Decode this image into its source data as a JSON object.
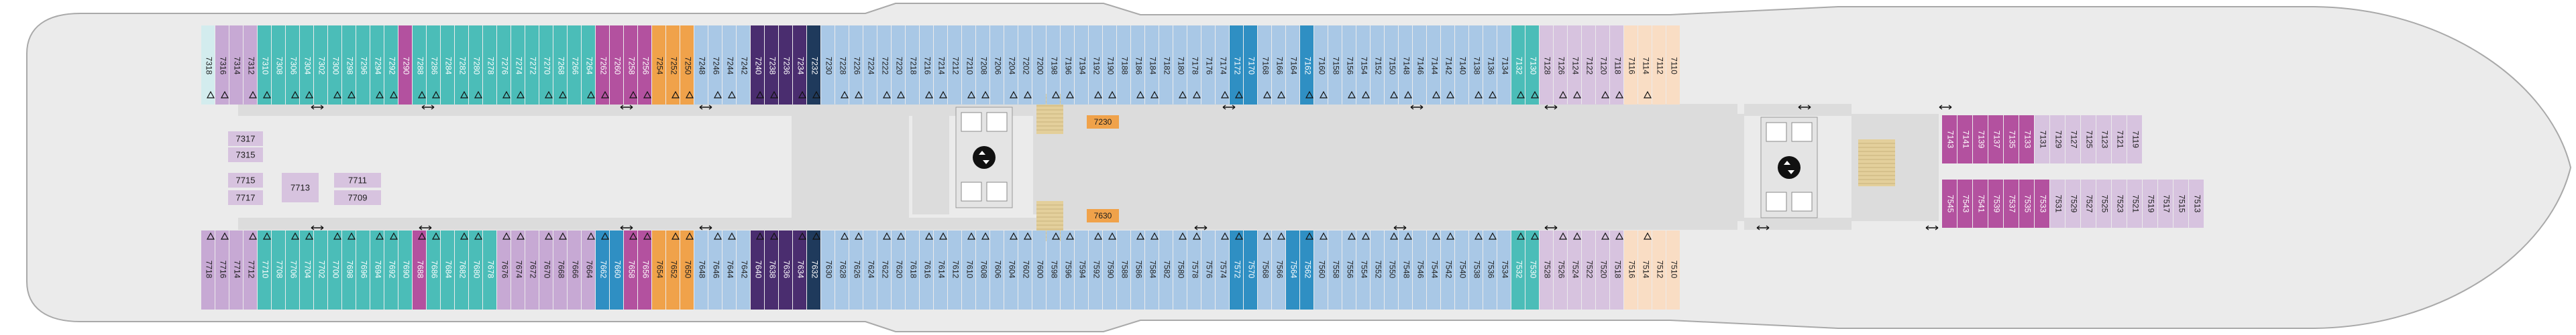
{
  "colors": {
    "hull": "#ebebeb",
    "hull_stroke": "#a9a9a9",
    "corridor": "#dcdcdc",
    "mint": "#d3ecee",
    "lavender": "#c7a9d4",
    "teal": "#4bbdb8",
    "lightblue": "#a9c8e6",
    "midblue": "#2f8fc3",
    "navy": "#1f3a5c",
    "darkpurple": "#4a2d6f",
    "magenta": "#b3519f",
    "orange": "#f0a24a",
    "peach": "#f9ddc4",
    "lightpurple": "#d7c3df",
    "stair": "#e3cf9b",
    "elevator": "#e4e4e4"
  },
  "icons": {
    "elevator": "elevator-icon",
    "accessible": "accessible-icon",
    "connecting": "connecting-door-icon",
    "sofa": "sofa-bed-icon",
    "pullman": "pullman-bed-icon",
    "sofa_note": "sofa-bed-marker-icon"
  },
  "top_outer": [
    {
      "c": "mint",
      "n": [
        "7318"
      ]
    },
    {
      "c": "lavender",
      "n": [
        "7316",
        "7314",
        "7312"
      ]
    },
    {
      "c": "teal",
      "n": [
        "7310",
        "7308",
        "7306",
        "7304",
        "7302",
        "7300",
        "7298",
        "7296",
        "7294",
        "7292"
      ]
    },
    {
      "c": "magenta",
      "n": [
        "7290"
      ]
    },
    {
      "c": "teal",
      "n": [
        "7288",
        "7286",
        "7284",
        "7282",
        "7280",
        "7278",
        "7276",
        "7274",
        "7272",
        "7270",
        "7268",
        "7266",
        "7264"
      ]
    },
    {
      "c": "magenta",
      "n": [
        "7262",
        "7260"
      ]
    },
    {
      "c": "magenta",
      "n": [
        "7258",
        "7256"
      ]
    },
    {
      "c": "orange",
      "n": [
        "7254",
        "7252",
        "7250"
      ]
    },
    {
      "c": "lightblue",
      "n": [
        "7248",
        "7246",
        "7244",
        "7242"
      ]
    },
    {
      "c": "darkpurple",
      "n": [
        "7240",
        "7238",
        "7236",
        "7234"
      ]
    },
    {
      "c": "navy",
      "n": [
        "7232"
      ]
    },
    {
      "c": "lightblue",
      "n": [
        "7230",
        "7228",
        "7226",
        "7224",
        "7222",
        "7220",
        "7218",
        "7216",
        "7214",
        "7212",
        "7210",
        "7208",
        "7206",
        "7204",
        "7202",
        "7200",
        "7198",
        "7196",
        "7194",
        "7192",
        "7190",
        "7188",
        "7186",
        "7184",
        "7182",
        "7180",
        "7178",
        "7176",
        "7174"
      ]
    },
    {
      "c": "midblue",
      "n": [
        "7172",
        "7170"
      ]
    },
    {
      "c": "lightblue",
      "n": [
        "7168",
        "7166",
        "7164"
      ]
    },
    {
      "c": "midblue",
      "n": [
        "7162"
      ]
    },
    {
      "c": "lightblue",
      "n": [
        "7160",
        "7158",
        "7156",
        "7154",
        "7152",
        "7150",
        "7148",
        "7146",
        "7144",
        "7142",
        "7140",
        "7138",
        "7136",
        "7134"
      ]
    },
    {
      "c": "teal",
      "n": [
        "7132",
        "7130"
      ]
    },
    {
      "c": "lightpurple",
      "n": [
        "7128",
        "7126",
        "7124",
        "7122",
        "7120",
        "7118"
      ]
    },
    {
      "c": "peach",
      "n": [
        "7116",
        "7114",
        "7112",
        "7110"
      ]
    }
  ],
  "bottom_outer": [
    {
      "c": "lavender",
      "n": [
        "7718",
        "7716",
        "7714",
        "7712"
      ]
    },
    {
      "c": "teal",
      "n": [
        "7710",
        "7708",
        "7706",
        "7704",
        "7702",
        "7700",
        "7698",
        "7696",
        "7694",
        "7692",
        "7690"
      ]
    },
    {
      "c": "magenta",
      "n": [
        "7688"
      ]
    },
    {
      "c": "teal",
      "n": [
        "7686",
        "7684",
        "7682",
        "7680",
        "7678"
      ]
    },
    {
      "c": "lavender",
      "n": [
        "7676",
        "7674",
        "7672",
        "7670",
        "7668",
        "7666",
        "7664"
      ]
    },
    {
      "c": "midblue",
      "n": [
        "7662",
        "7660"
      ]
    },
    {
      "c": "magenta",
      "n": [
        "7658",
        "7656"
      ]
    },
    {
      "c": "orange",
      "n": [
        "7654",
        "7652",
        "7650"
      ]
    },
    {
      "c": "lightblue",
      "n": [
        "7648",
        "7646",
        "7644",
        "7642"
      ]
    },
    {
      "c": "darkpurple",
      "n": [
        "7640",
        "7638",
        "7636",
        "7634"
      ]
    },
    {
      "c": "navy",
      "n": [
        "7632"
      ]
    },
    {
      "c": "lightblue",
      "n": [
        "7630",
        "7628",
        "7626",
        "7624",
        "7622",
        "7620",
        "7618",
        "7616",
        "7614",
        "7612",
        "7610",
        "7608",
        "7606",
        "7604",
        "7602",
        "7600",
        "7598",
        "7596",
        "7594",
        "7592",
        "7590",
        "7588",
        "7586",
        "7584",
        "7582",
        "7580",
        "7578",
        "7576",
        "7574"
      ]
    },
    {
      "c": "midblue",
      "n": [
        "7572",
        "7570"
      ]
    },
    {
      "c": "lightblue",
      "n": [
        "7568",
        "7566"
      ]
    },
    {
      "c": "midblue",
      "n": [
        "7564",
        "7562"
      ]
    },
    {
      "c": "lightblue",
      "n": [
        "7560",
        "7558",
        "7556",
        "7554",
        "7552",
        "7550",
        "7548",
        "7546",
        "7544",
        "7542",
        "7540",
        "7538",
        "7536",
        "7534"
      ]
    },
    {
      "c": "teal",
      "n": [
        "7532",
        "7530"
      ]
    },
    {
      "c": "lightpurple",
      "n": [
        "7528",
        "7526",
        "7524",
        "7522",
        "7520",
        "7518"
      ]
    },
    {
      "c": "peach",
      "n": [
        "7516",
        "7514",
        "7512",
        "7510"
      ]
    }
  ],
  "aft_inner": [
    "7317",
    "7315",
    "7715",
    "7717",
    "7713",
    "7711",
    "7709"
  ],
  "mid_labels": {
    "upper": "7230",
    "lower": "7630"
  },
  "fwd_top_inner": [
    {
      "c": "magenta",
      "n": "7143"
    },
    {
      "c": "magenta",
      "n": "7141"
    },
    {
      "c": "magenta",
      "n": "7139"
    },
    {
      "c": "magenta",
      "n": "7137"
    },
    {
      "c": "magenta",
      "n": "7135"
    },
    {
      "c": "magenta",
      "n": "7133"
    },
    {
      "c": "lightpurple",
      "n": "7131"
    },
    {
      "c": "lightpurple",
      "n": "7129"
    },
    {
      "c": "lightpurple",
      "n": "7127"
    },
    {
      "c": "lightpurple",
      "n": "7125"
    },
    {
      "c": "lightpurple",
      "n": "7123"
    },
    {
      "c": "lightpurple",
      "n": "7121"
    },
    {
      "c": "lightpurple",
      "n": "7119"
    }
  ],
  "fwd_bot_inner": [
    {
      "c": "magenta",
      "n": "7545"
    },
    {
      "c": "magenta",
      "n": "7543"
    },
    {
      "c": "magenta",
      "n": "7541"
    },
    {
      "c": "magenta",
      "n": "7539"
    },
    {
      "c": "magenta",
      "n": "7537"
    },
    {
      "c": "magenta",
      "n": "7535"
    },
    {
      "c": "magenta",
      "n": "7533"
    },
    {
      "c": "lightpurple",
      "n": "7531"
    },
    {
      "c": "lightpurple",
      "n": "7529"
    },
    {
      "c": "lightpurple",
      "n": "7527"
    },
    {
      "c": "lightpurple",
      "n": "7525"
    },
    {
      "c": "lightpurple",
      "n": "7523"
    },
    {
      "c": "lightpurple",
      "n": "7521"
    },
    {
      "c": "lightpurple",
      "n": "7519"
    },
    {
      "c": "lightpurple",
      "n": "7517"
    },
    {
      "c": "lightpurple",
      "n": "7515"
    },
    {
      "c": "lightpurple",
      "n": "7513"
    }
  ]
}
